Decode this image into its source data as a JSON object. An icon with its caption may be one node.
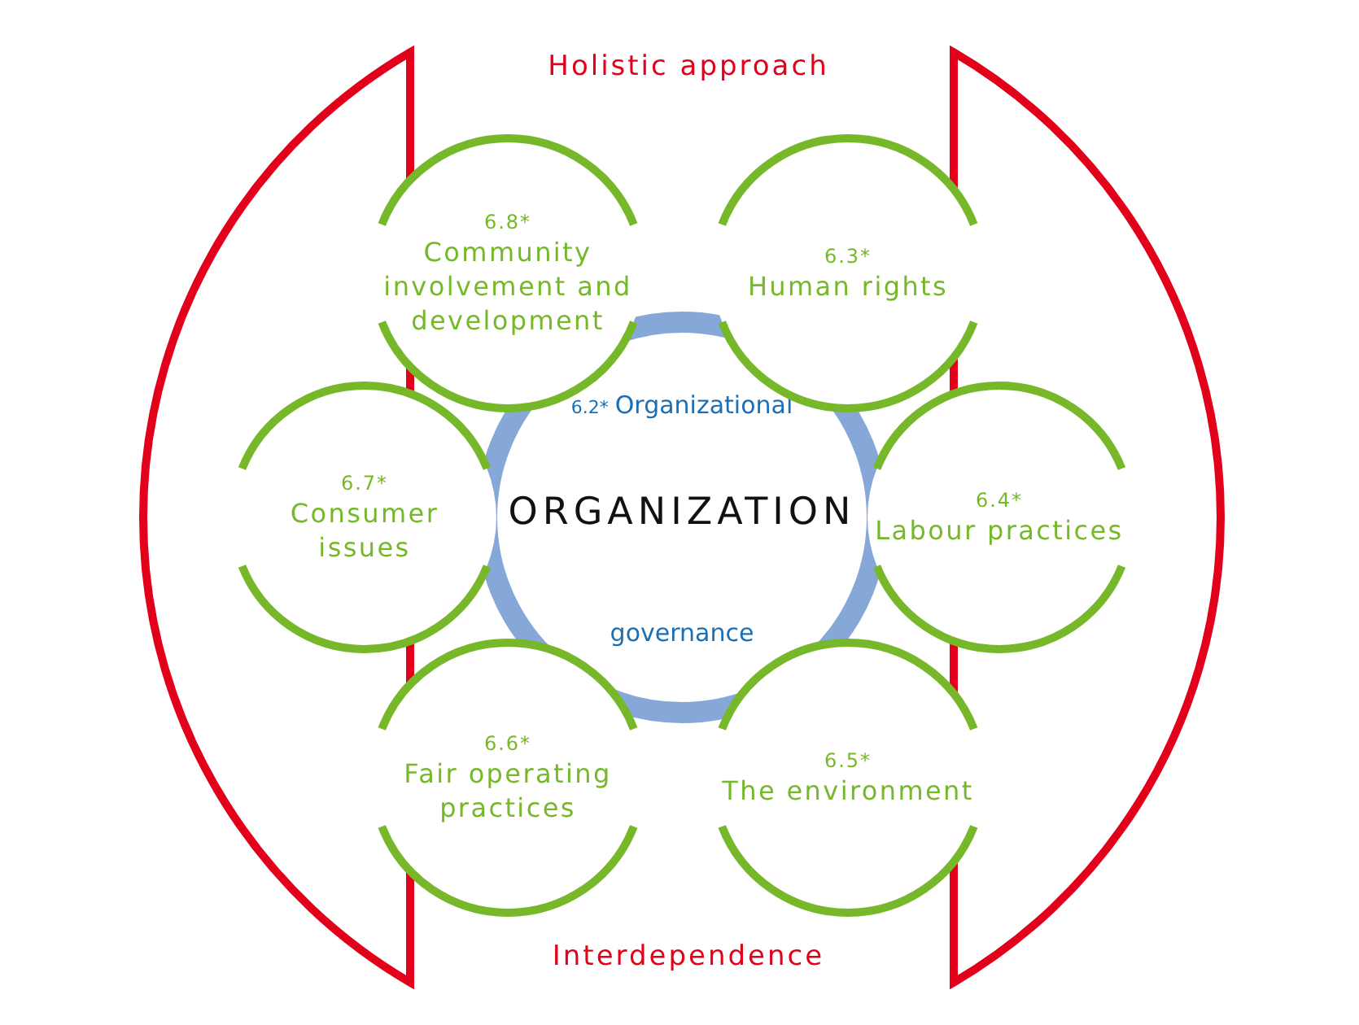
{
  "diagram": {
    "nodes": [
      {
        "text": [
          "6.2*",
          "Organizational",
          "ORGANIZATION",
          "governance"
        ]
      },
      {
        "text": [
          "6.8*",
          "Community involvement and development"
        ]
      },
      {
        "text": [
          "6.3*",
          "Human rights"
        ]
      },
      {
        "text": [
          "6.7*",
          "Consumer issues"
        ]
      },
      {
        "text": [
          "6.4*",
          "Labour practices"
        ]
      },
      {
        "text": [
          "6.6*",
          "Fair operating practices"
        ]
      },
      {
        "text": [
          "6.5*",
          "The environment"
        ]
      }
    ],
    "edges": [],
    "labels": [
      "Holistic approach",
      "Interdependence"
    ]
  }
}
